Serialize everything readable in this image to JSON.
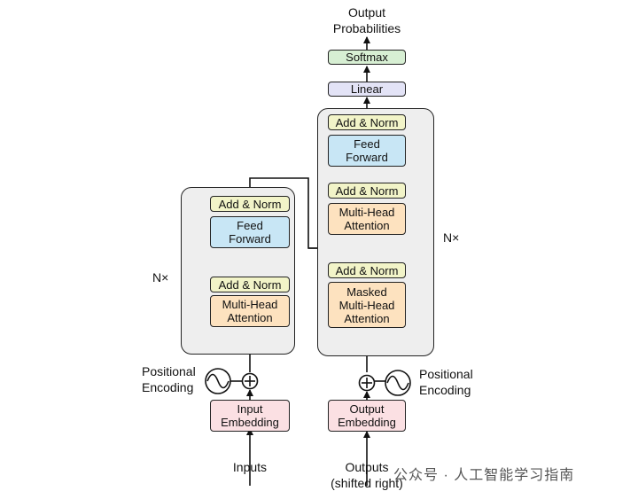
{
  "encoder": {
    "nx_label": "N×",
    "add_norm_top": "Add & Norm",
    "feed_forward": "Feed\nForward",
    "add_norm_bottom": "Add & Norm",
    "attention": "Multi-Head\nAttention",
    "positional_encoding": "Positional\nEncoding",
    "embedding": "Input\nEmbedding",
    "input_label": "Inputs"
  },
  "decoder": {
    "nx_label": "N×",
    "add_norm_top": "Add & Norm",
    "feed_forward": "Feed\nForward",
    "add_norm_mid": "Add & Norm",
    "cross_attention": "Multi-Head\nAttention",
    "add_norm_bottom": "Add & Norm",
    "masked_attention": "Masked\nMulti-Head\nAttention",
    "positional_encoding": "Positional\nEncoding",
    "embedding": "Output\nEmbedding",
    "input_label": "Outputs\n(shifted right)"
  },
  "head": {
    "linear": "Linear",
    "softmax": "Softmax",
    "output_label": "Output\nProbabilities"
  },
  "watermark": "公众号 · 人工智能学习指南",
  "colors": {
    "add_norm": "#f2f4c8",
    "feed_forward": "#c8e6f5",
    "attention": "#fde2bf",
    "embedding": "#fbe0e3",
    "linear": "#e3e3f6",
    "softmax": "#d7efd3",
    "stack_background": "#eeeeee"
  },
  "icons": [
    "plus-circle-icon",
    "sine-wave-icon"
  ]
}
